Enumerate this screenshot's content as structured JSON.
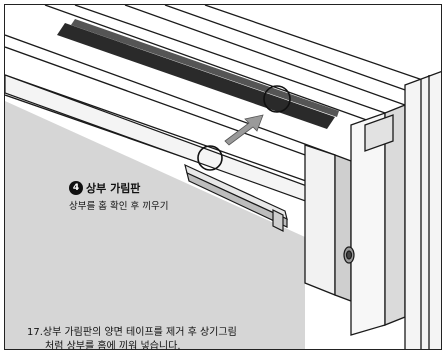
{
  "step": {
    "badge": "4",
    "title": "상부 가림판",
    "desc": "상부를 홈 확인 후 끼우기"
  },
  "instruction": {
    "line1": "17.상부 가림판의 양면 테이프를 제거 후 상기그림",
    "line2": "처럼 상부를 홈에 끼워 넣습니다."
  },
  "colors": {
    "panel_gray": "#d6d6d6",
    "line": "#1a1a1a",
    "arrow": "#9a9a9a"
  }
}
